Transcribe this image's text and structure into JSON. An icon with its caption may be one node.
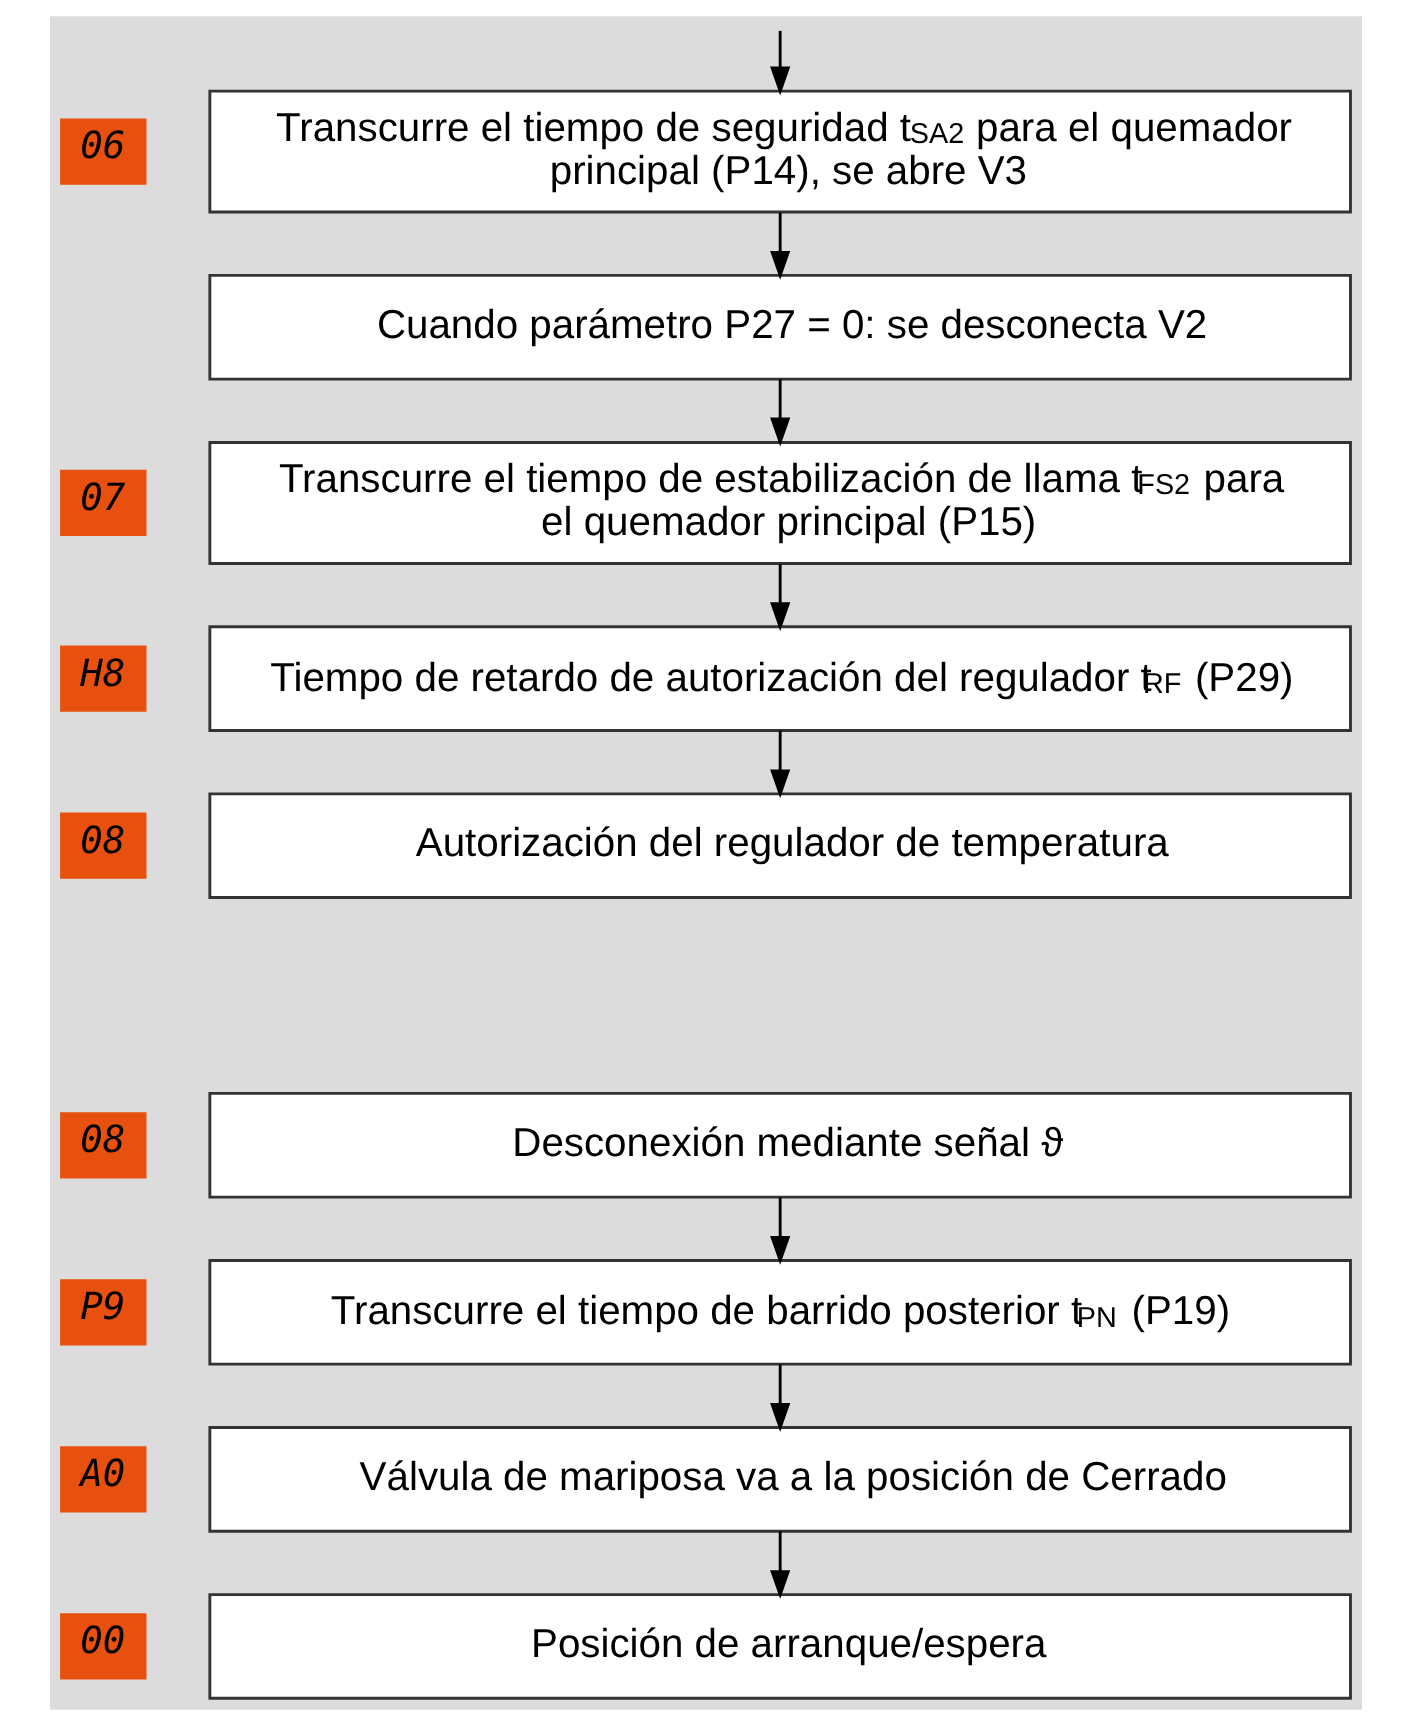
{
  "diagram": {
    "nodes": [
      {
        "text": [
          "Transcurre el tiempo de seguridad t$_{SA2}$ para el quemador principal (P14), se abre V3"
        ],
        "beside": [
          "06"
        ]
      },
      {
        "text": [
          "Cuando parámetro P27 = 0: se desconecta V2"
        ]
      },
      {
        "text": [
          "Transcurre el tiempo de estabilización de llama t$_{FS2}$ para el quemador principal (P15)"
        ],
        "beside": [
          "07"
        ]
      },
      {
        "text": [
          "Tiempo de retardo de autorización del regulador t$_{RF}$ (P29)"
        ],
        "beside": [
          "H8"
        ]
      },
      {
        "text": [
          "Autorización del regulador de temperatura"
        ],
        "beside": [
          "08"
        ]
      },
      {
        "text": [
          "Desconexión mediante señal ϑ"
        ],
        "beside": [
          "08"
        ]
      },
      {
        "text": [
          "Transcurre el tiempo de barrido posterior t$_{PN}$ (P19)"
        ],
        "beside": [
          "P9"
        ]
      },
      {
        "text": [
          "Válvula de mariposa va a la posición de Cerrado"
        ],
        "beside": [
          "A0"
        ]
      },
      {
        "text": [
          "Posición de arranque/espera"
        ],
        "beside": [
          "00"
        ]
      }
    ],
    "edges": [
      {
        "from": null,
        "to": 0,
        "arrow": "to"
      },
      {
        "from": 0,
        "to": 1,
        "arrow": "to"
      },
      {
        "from": 1,
        "to": 2,
        "arrow": "to"
      },
      {
        "from": 2,
        "to": 3,
        "arrow": "to"
      },
      {
        "from": 3,
        "to": 4,
        "arrow": "to"
      },
      {
        "from": 5,
        "to": 6,
        "arrow": "to"
      },
      {
        "from": 6,
        "to": 7,
        "arrow": "to"
      },
      {
        "from": 7,
        "to": 8,
        "arrow": "to"
      }
    ]
  }
}
